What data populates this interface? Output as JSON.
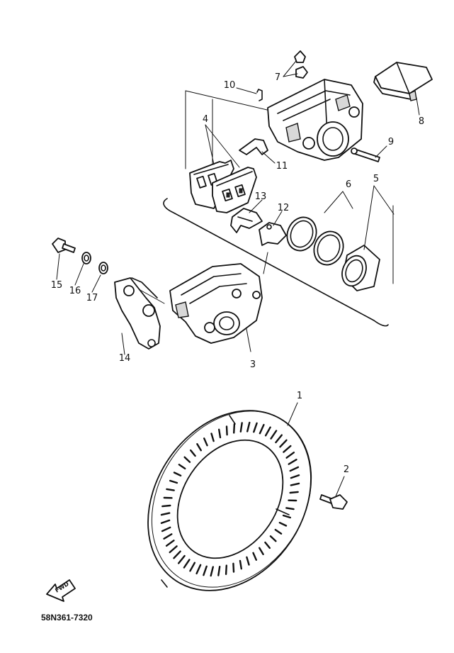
{
  "callouts": {
    "c1": "1",
    "c2": "2",
    "c3": "3",
    "c4": "4",
    "c5": "5",
    "c6": "6",
    "c7": "7",
    "c8": "8",
    "c9": "9",
    "c10": "10",
    "c11": "11",
    "c12": "12",
    "c13": "13",
    "c14": "14",
    "c15": "15",
    "c16": "16",
    "c17": "17"
  },
  "forward_label": "FWD",
  "reference_code": "58N361-7320",
  "icons": {
    "forward": "forward-arrow-icon"
  }
}
